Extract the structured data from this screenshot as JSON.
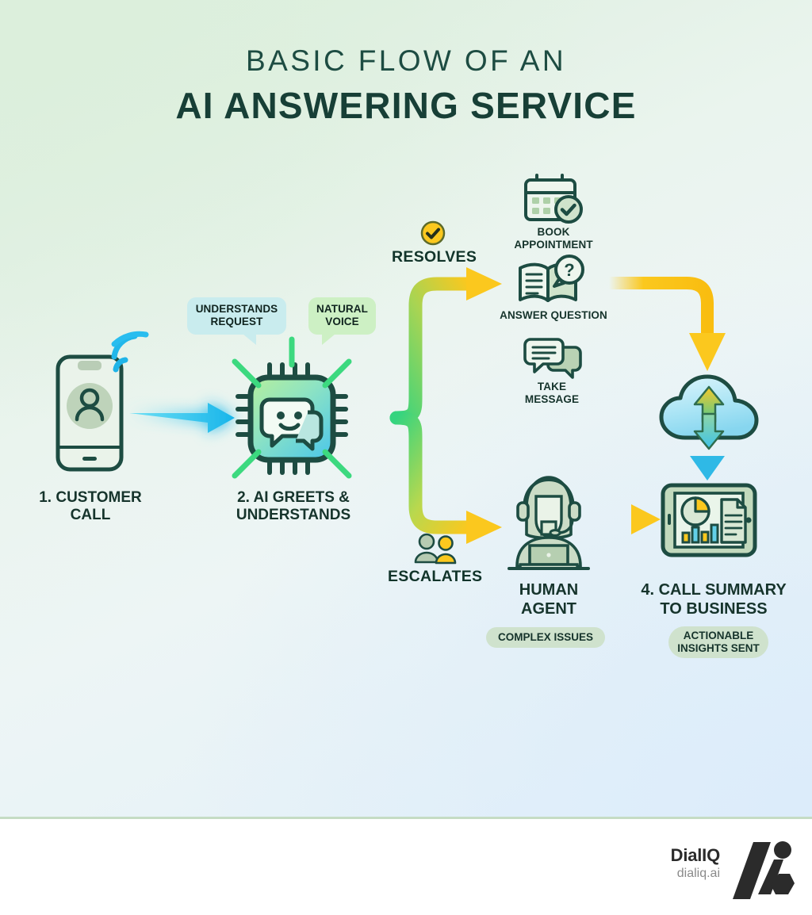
{
  "title": {
    "line1": "BASIC FLOW OF AN",
    "line2": "AI ANSWERING SERVICE"
  },
  "nodes": {
    "customer_call": {
      "label": "1. CUSTOMER\nCALL",
      "icon": "smartphone-icon"
    },
    "ai_chip": {
      "label": "2. AI GREETS &\nUNDERSTANDS",
      "icon": "ai-chip-icon"
    },
    "human_agent": {
      "label": "HUMAN\nAGENT",
      "icon": "headset-agent-icon",
      "tag": "COMPLEX ISSUES"
    },
    "call_summary": {
      "label": "4. CALL SUMMARY\nTO BUSINESS",
      "icon": "tablet-report-icon",
      "tag": "ACTIONABLE\nINSIGHTS SENT"
    },
    "cloud": {
      "icon": "cloud-sync-icon"
    }
  },
  "bubbles": {
    "understands_request": "UNDERSTANDS\nREQUEST",
    "natural_voice": "NATURAL\nVOICE"
  },
  "branches": {
    "resolves": {
      "label": "RESOLVES",
      "icon": "check-circle-icon"
    },
    "escalates": {
      "label": "ESCALATES",
      "icon": "two-people-icon"
    }
  },
  "resolve_actions": [
    {
      "label": "BOOK\nAPPOINTMENT",
      "icon": "calendar-check-icon"
    },
    {
      "label": "ANSWER QUESTION",
      "icon": "open-book-question-icon"
    },
    {
      "label": "TAKE\nMESSAGE",
      "icon": "chat-bubbles-icon"
    }
  ],
  "footer": {
    "brand_name": "DialIQ",
    "brand_url": "dialiq.ai",
    "logo": "dialiq-logo-icon"
  },
  "colors": {
    "dark_green": "#1d4c42",
    "ink": "#16342c",
    "yellow": "#fbc81e",
    "cyan": "#2bb8ec",
    "green": "#3fd17e",
    "sage": "#b6cbb2",
    "bubble_cyan": "#c9ecee",
    "bubble_green": "#cdf0c4",
    "tag_bg": "#cfe2cd"
  }
}
